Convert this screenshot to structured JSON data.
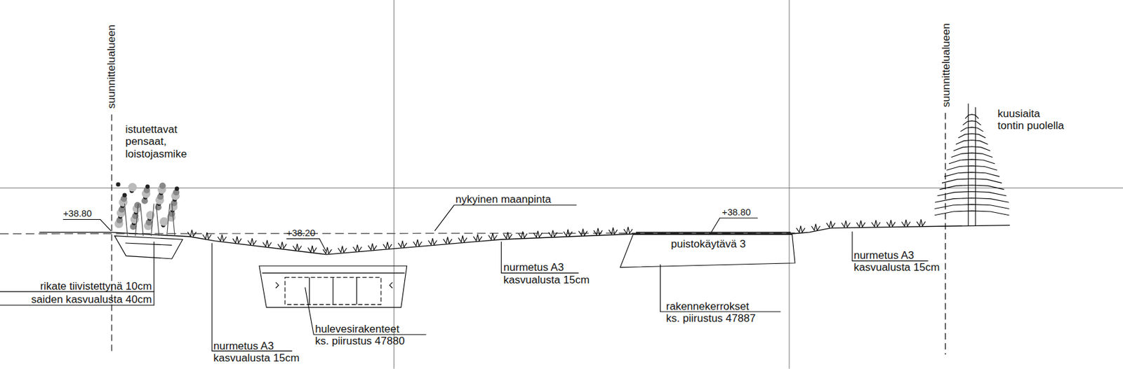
{
  "diagram": {
    "nodes": [
      {
        "text": [
          "puistokäytävä 3"
        ]
      }
    ],
    "labels": [
      "suunnittelualueen",
      "istutettavat pensaat, loistojasmike",
      "+38.80",
      "rikate tiivistettynä 10cm",
      "saiden kasvualusta 40cm",
      "+38.20",
      "nurmetus A3 kasvualusta 15cm",
      "hulevesirakenteet ks. piirustus 47880",
      "nykyinen maanpinta",
      "nurmetus A3 kasvualusta 15cm",
      "+38.80",
      "rakennekerrokset ks. piirustus 47887",
      "suunnittelualueen",
      "nurmetus A3 kasvualusta 15cm",
      "kuusiaita tontin puolella"
    ]
  }
}
